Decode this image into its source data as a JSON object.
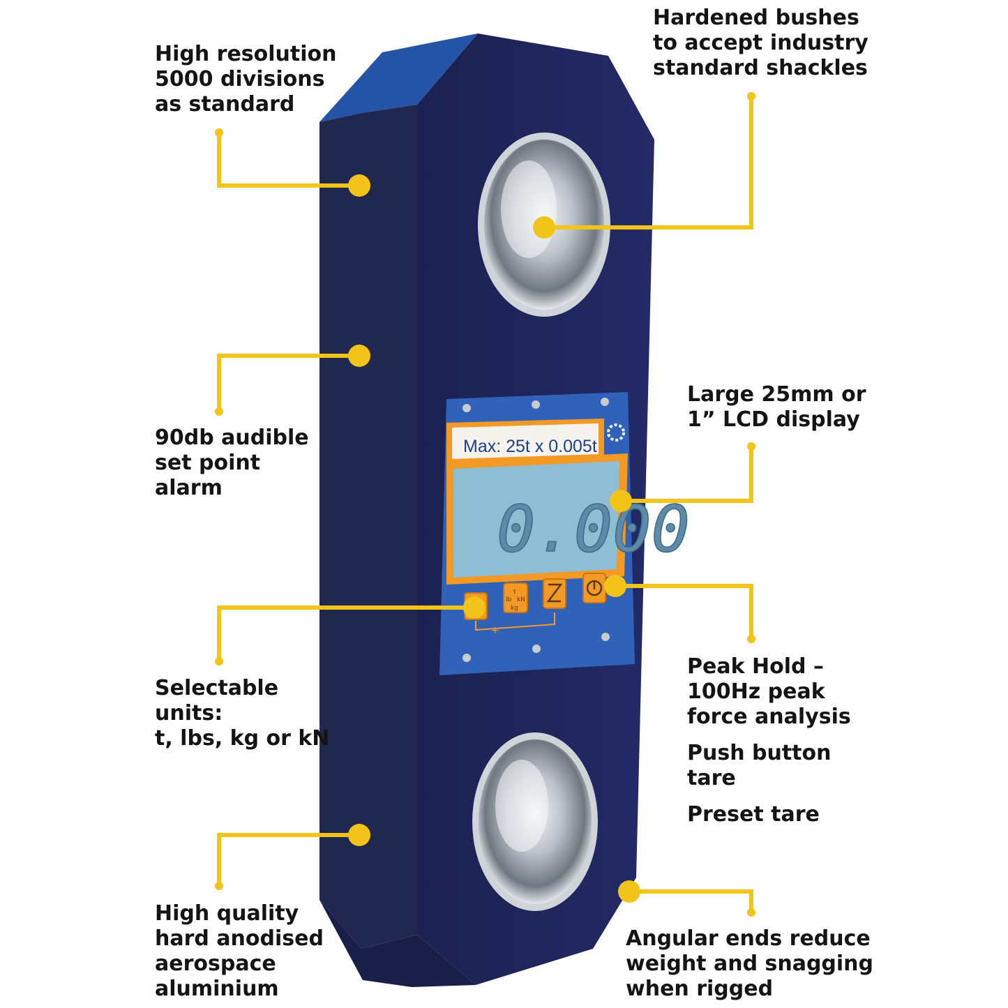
{
  "colors": {
    "body_front": "#1e2358",
    "body_side": "#21284f",
    "body_top": "#2354a8",
    "accent_line": "#f2c318",
    "panel_blue": "#2f62b8",
    "panel_orange": "#f29a25",
    "lcd_bg": "#8fbdd3",
    "text": "#141414"
  },
  "features": {
    "resolution": [
      "High resolution",
      "5000 divisions",
      "as standard"
    ],
    "bushes": [
      "Hardened bushes",
      "to accept industry",
      "standard shackles"
    ],
    "alarm": [
      "90db audible",
      "set point",
      "alarm"
    ],
    "lcd": [
      "Large 25mm or",
      "1” LCD display"
    ],
    "units": [
      "Selectable",
      "units:",
      "t, lbs, kg or kN"
    ],
    "peak": [
      "Peak Hold –",
      "100Hz peak",
      "force analysis"
    ],
    "push_tare": [
      "Push button",
      "tare"
    ],
    "preset_tare": [
      "Preset tare"
    ],
    "material": [
      "High quality",
      "hard anodised",
      "aerospace",
      "aluminium"
    ],
    "ends": [
      "Angular ends reduce",
      "weight and snagging",
      "when rigged"
    ]
  },
  "device": {
    "capacity_label": "Max: 25t x 0.005t",
    "reading": "0.000",
    "keypad": {
      "tare_icon": "tare-arrows-icon",
      "units_icon": "units-cycle-icon",
      "units_text": [
        "t",
        "lb",
        "kN",
        "kg"
      ],
      "zero_icon": "zero-icon",
      "power_icon": "power-icon"
    }
  }
}
